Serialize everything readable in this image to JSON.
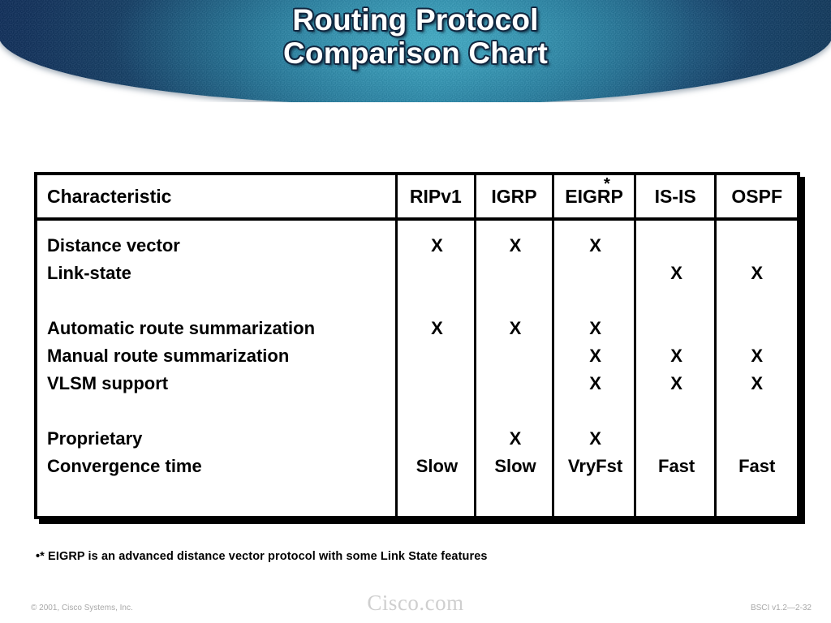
{
  "slide": {
    "title": "Routing Protocol\nComparison Chart",
    "banner_dark_color": "#12305c",
    "banner_light_color": "#2e90af",
    "title_color": "#ffffff"
  },
  "table": {
    "header_characteristic": "Characteristic",
    "columns": [
      {
        "label": "RIPv1",
        "footnote_marker": ""
      },
      {
        "label": "IGRP",
        "footnote_marker": ""
      },
      {
        "label": "EIGRP",
        "footnote_marker": "*"
      },
      {
        "label": "IS-IS",
        "footnote_marker": ""
      },
      {
        "label": "OSPF",
        "footnote_marker": ""
      }
    ],
    "rows": [
      {
        "label": "Distance vector",
        "values": [
          "X",
          "X",
          "X",
          "",
          ""
        ]
      },
      {
        "label": "Link-state",
        "values": [
          "",
          "",
          "",
          "X",
          "X"
        ]
      },
      {
        "label": "",
        "values": [
          "",
          "",
          "",
          "",
          ""
        ]
      },
      {
        "label": "Automatic route summarization",
        "values": [
          "X",
          "X",
          "X",
          "",
          ""
        ]
      },
      {
        "label": "Manual route summarization",
        "values": [
          "",
          "",
          "X",
          "X",
          "X"
        ]
      },
      {
        "label": "VLSM support",
        "values": [
          "",
          "",
          "X",
          "X",
          "X"
        ]
      },
      {
        "label": "",
        "values": [
          "",
          "",
          "",
          "",
          ""
        ]
      },
      {
        "label": "Proprietary",
        "values": [
          "",
          "X",
          "X",
          "",
          ""
        ]
      },
      {
        "label": "Convergence time",
        "values": [
          "Slow",
          "Slow",
          "VryFst",
          "Fast",
          "Fast"
        ]
      }
    ]
  },
  "footnote": "•* EIGRP is an advanced distance vector protocol with some Link State features",
  "footer": {
    "copyright": "© 2001, Cisco Systems, Inc.",
    "logo": "Cisco.com",
    "code": "BSCI v1.2—2-32"
  }
}
